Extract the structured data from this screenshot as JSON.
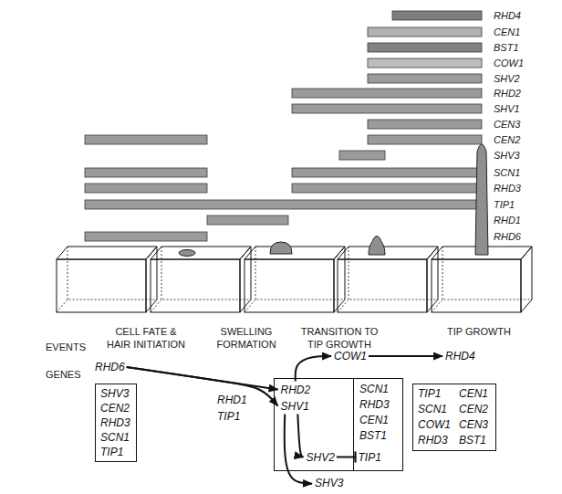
{
  "diagram": {
    "nodes": [
      {
        "text": [
          "RHD6"
        ]
      },
      {
        "text": [
          "SHV3",
          "CEN2",
          "RHD3",
          "SCN1",
          "TIP1"
        ]
      },
      {
        "text": [
          "RHD1"
        ]
      },
      {
        "text": [
          "TIP1"
        ]
      },
      {
        "text": [
          "SCN1",
          "RHD3",
          "CEN1",
          "BST1"
        ]
      },
      {
        "text": [
          "RHD2"
        ],
        "in": 4
      },
      {
        "text": [
          "SHV1"
        ],
        "in": 4
      },
      {
        "text": [
          "SHV2"
        ],
        "in": 4
      },
      {
        "text": [
          "TIP1"
        ],
        "in": 4
      },
      {
        "text": [
          "COW1"
        ]
      },
      {
        "text": [
          "RHD4"
        ]
      },
      {
        "text": [
          "TIP1",
          "CEN1",
          "SCN1",
          "CEN2",
          "COW1",
          "CEN3",
          "RHD3",
          "BST1"
        ]
      },
      {
        "text": [
          "SHV3"
        ]
      }
    ],
    "edges": [
      {
        "from": 0,
        "to": 5,
        "arrow": "to"
      },
      {
        "from": 0,
        "to": 6,
        "arrow": "to"
      },
      {
        "from": 5,
        "to": 9,
        "arrow": "to"
      },
      {
        "from": 6,
        "to": 7,
        "arrow": "to"
      },
      {
        "from": 6,
        "to": 12,
        "arrow": "to"
      },
      {
        "from": 9,
        "to": 10,
        "arrow": "to"
      },
      {
        "from": 7,
        "to": 8,
        "arrow": "none"
      }
    ],
    "labels": [
      "RHD4",
      "CEN1",
      "BST1",
      "COW1",
      "SHV2",
      "RHD2",
      "SHV1",
      "CEN3",
      "CEN2",
      "SHV3",
      "SCN1",
      "RHD3",
      "TIP1",
      "RHD1",
      "RHD6",
      "EVENTS",
      "CELL FATE & HAIR INITIATION",
      "SWELLING FORMATION",
      "TRANSITION TO TIP GROWTH",
      "TIP GROWTH",
      "GENES"
    ]
  }
}
